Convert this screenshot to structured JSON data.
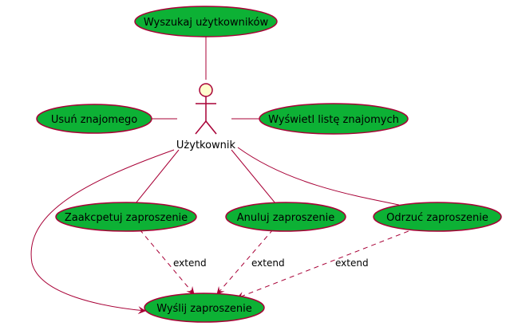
{
  "colors": {
    "usecase_fill": "#0DB135",
    "border": "#A80036",
    "actor_fill": "#FEFECE",
    "text": "#000000"
  },
  "actor": {
    "label": "Użytkownik"
  },
  "use_cases": {
    "search_users": "Wyszukaj użytkowników",
    "remove_friend": "Usuń znajomego",
    "show_friends": "Wyświetl listę znajomych",
    "accept_invite": "Zaakcpetuj zaproszenie",
    "cancel_invite": "Anuluj zaproszenie",
    "reject_invite": "Odrzuć zaproszenie",
    "send_invite": "Wyślij zaproszenie"
  },
  "relations": {
    "extend_label": "extend"
  }
}
